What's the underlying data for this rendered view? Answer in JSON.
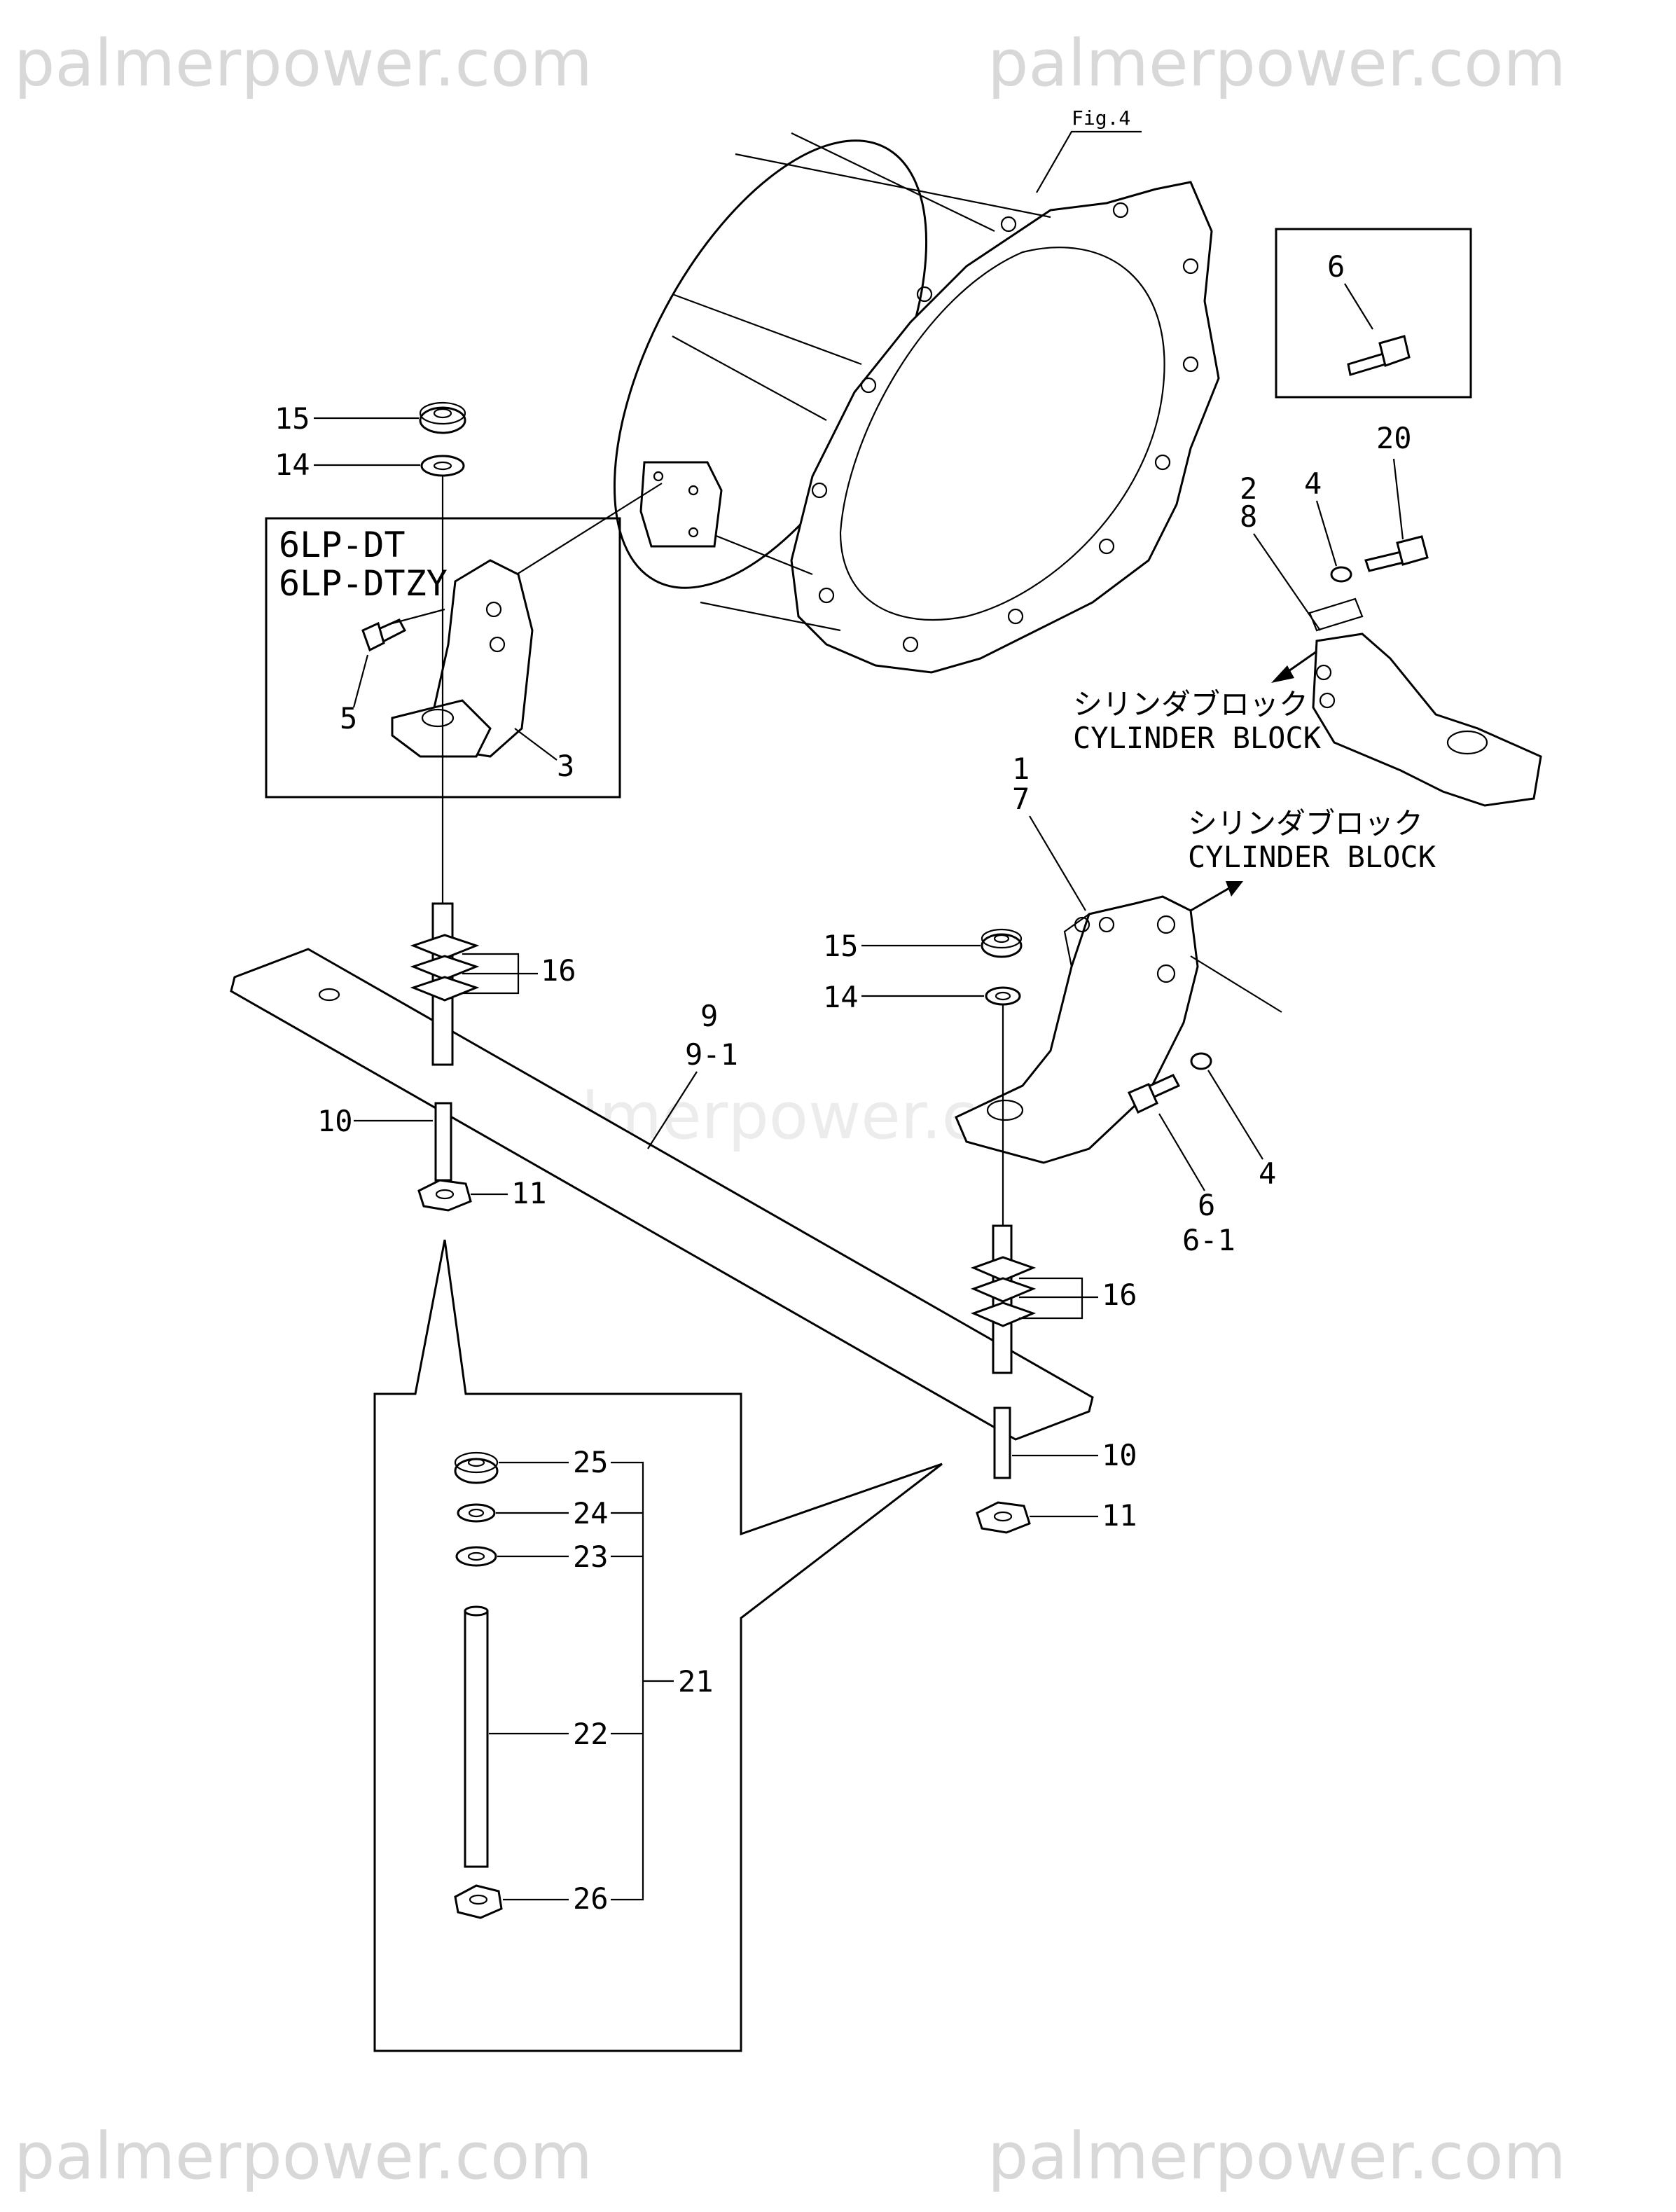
{
  "watermarks": {
    "top_left": "palmerpower.com",
    "top_right": "palmerpower.com",
    "center": "palmerpower.com",
    "bottom_left": "palmerpower.com",
    "bottom_right": "palmerpower.com"
  },
  "figure_ref": "Fig.4",
  "model_box": {
    "line1": "6LP-DT",
    "line2": "6LP-DTZY"
  },
  "cylinder_block_1": {
    "jp": "シリンダブロック",
    "en": "CYLINDER BLOCK"
  },
  "cylinder_block_2": {
    "jp": "シリンダブロック",
    "en": "CYLINDER BLOCK"
  },
  "callouts": {
    "c15a": "15",
    "c14a": "14",
    "c5": "5",
    "c3": "3",
    "c16a": "16",
    "c10a": "10",
    "c11a": "11",
    "c9": "9",
    "c9_1": "9-1",
    "c6_box": "6",
    "c20": "20",
    "c2": "2",
    "c8": "8",
    "c4a": "4",
    "c1": "1",
    "c7": "7",
    "c15b": "15",
    "c14b": "14",
    "c6": "6",
    "c6_1": "6-1",
    "c4b": "4",
    "c16b": "16",
    "c10b": "10",
    "c11b": "11",
    "c25": "25",
    "c24": "24",
    "c23": "23",
    "c22": "22",
    "c21": "21",
    "c26": "26"
  }
}
